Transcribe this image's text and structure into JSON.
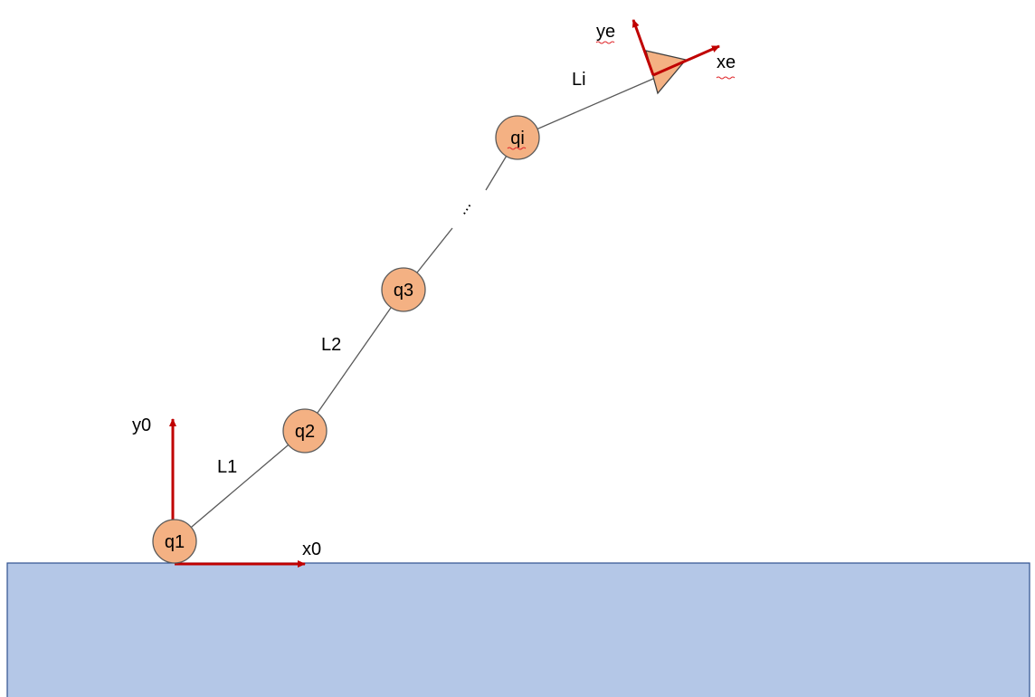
{
  "colors": {
    "ground_fill": "#b4c7e7",
    "ground_stroke": "#2f528f",
    "joint_fill": "#f4b183",
    "joint_stroke": "#5a5a5a",
    "link_stroke": "#595959",
    "frame_arrow": "#c00000",
    "spellcheck_underline": "#e0262a"
  },
  "joints": [
    {
      "label": "q1"
    },
    {
      "label": "q2"
    },
    {
      "label": "q3"
    },
    {
      "label": "qi"
    }
  ],
  "links": [
    {
      "label": "L1"
    },
    {
      "label": "L2"
    },
    {
      "label": "Li"
    }
  ],
  "ellipsis": "...",
  "base_frame": {
    "x_label": "x0",
    "y_label": "y0"
  },
  "end_effector_frame": {
    "x_label": "xe",
    "y_label": "ye"
  },
  "icons": {
    "end_effector": "triangle-gripper-icon",
    "joint": "circle-joint-icon"
  }
}
